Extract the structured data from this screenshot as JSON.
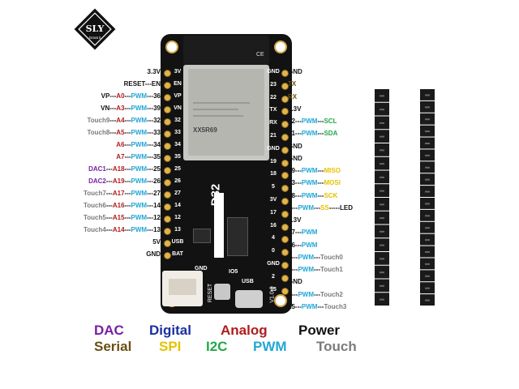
{
  "logo": {
    "mark": "SLY",
    "tagline": "Great it"
  },
  "board": {
    "module_text": "XX5R69",
    "board_name": "D32",
    "label_gnd": "GND",
    "label_io5": "IO5",
    "label_reset": "RESET",
    "label_usb": "USB",
    "label_version": "V1.0.0",
    "label_ce": "CE"
  },
  "colors": {
    "dac": "#7a1fa2",
    "digital": "#1a2fa0",
    "analog": "#b01c1c",
    "power": "#111111",
    "serial": "#6b4f12",
    "spi": "#e6c200",
    "i2c": "#22a84a",
    "pwm": "#22a7d6",
    "touch": "#7b7b7b"
  },
  "left_pins": [
    {
      "parts": [
        {
          "t": "3.3V",
          "c": "power"
        }
      ]
    },
    {
      "parts": [
        {
          "t": "RESET",
          "c": "power"
        },
        {
          "t": "---",
          "c": "dash"
        },
        {
          "t": "EN",
          "c": "power"
        }
      ]
    },
    {
      "parts": [
        {
          "t": "VP",
          "c": "power"
        },
        {
          "t": "---",
          "c": "dash"
        },
        {
          "t": "A0",
          "c": "analog"
        },
        {
          "t": "---",
          "c": "dash"
        },
        {
          "t": "PWM",
          "c": "pwm"
        },
        {
          "t": "---",
          "c": "dash"
        },
        {
          "t": "36",
          "c": "power"
        }
      ]
    },
    {
      "parts": [
        {
          "t": "VN",
          "c": "power"
        },
        {
          "t": "---",
          "c": "dash"
        },
        {
          "t": "A3",
          "c": "analog"
        },
        {
          "t": "---",
          "c": "dash"
        },
        {
          "t": "PWM",
          "c": "pwm"
        },
        {
          "t": "---",
          "c": "dash"
        },
        {
          "t": "39",
          "c": "power"
        }
      ]
    },
    {
      "parts": [
        {
          "t": "Touch9",
          "c": "touch"
        },
        {
          "t": "---",
          "c": "dash"
        },
        {
          "t": "A4",
          "c": "analog"
        },
        {
          "t": "---",
          "c": "dash"
        },
        {
          "t": "PWM",
          "c": "pwm"
        },
        {
          "t": "---",
          "c": "dash"
        },
        {
          "t": "32",
          "c": "power"
        }
      ]
    },
    {
      "parts": [
        {
          "t": "Touch8",
          "c": "touch"
        },
        {
          "t": "---",
          "c": "dash"
        },
        {
          "t": "A5",
          "c": "analog"
        },
        {
          "t": "---",
          "c": "dash"
        },
        {
          "t": "PWM",
          "c": "pwm"
        },
        {
          "t": "---",
          "c": "dash"
        },
        {
          "t": "33",
          "c": "power"
        }
      ]
    },
    {
      "parts": [
        {
          "t": "A6",
          "c": "analog"
        },
        {
          "t": "---",
          "c": "dash"
        },
        {
          "t": "PWM",
          "c": "pwm"
        },
        {
          "t": "---",
          "c": "dash"
        },
        {
          "t": "34",
          "c": "power"
        }
      ]
    },
    {
      "parts": [
        {
          "t": "A7",
          "c": "analog"
        },
        {
          "t": "---",
          "c": "dash"
        },
        {
          "t": "PWM",
          "c": "pwm"
        },
        {
          "t": "---",
          "c": "dash"
        },
        {
          "t": "35",
          "c": "power"
        }
      ]
    },
    {
      "parts": [
        {
          "t": "DAC1",
          "c": "dac"
        },
        {
          "t": "---",
          "c": "dash"
        },
        {
          "t": "A18",
          "c": "analog"
        },
        {
          "t": "---",
          "c": "dash"
        },
        {
          "t": "PWM",
          "c": "pwm"
        },
        {
          "t": "---",
          "c": "dash"
        },
        {
          "t": "25",
          "c": "power"
        }
      ]
    },
    {
      "parts": [
        {
          "t": "DAC2",
          "c": "dac"
        },
        {
          "t": "---",
          "c": "dash"
        },
        {
          "t": "A19",
          "c": "analog"
        },
        {
          "t": "---",
          "c": "dash"
        },
        {
          "t": "PWM",
          "c": "pwm"
        },
        {
          "t": "---",
          "c": "dash"
        },
        {
          "t": "26",
          "c": "power"
        }
      ]
    },
    {
      "parts": [
        {
          "t": "Touch7",
          "c": "touch"
        },
        {
          "t": "---",
          "c": "dash"
        },
        {
          "t": "A17",
          "c": "analog"
        },
        {
          "t": "---",
          "c": "dash"
        },
        {
          "t": "PWM",
          "c": "pwm"
        },
        {
          "t": "---",
          "c": "dash"
        },
        {
          "t": "27",
          "c": "power"
        }
      ]
    },
    {
      "parts": [
        {
          "t": "Touch6",
          "c": "touch"
        },
        {
          "t": "---",
          "c": "dash"
        },
        {
          "t": "A16",
          "c": "analog"
        },
        {
          "t": "---",
          "c": "dash"
        },
        {
          "t": "PWM",
          "c": "pwm"
        },
        {
          "t": "---",
          "c": "dash"
        },
        {
          "t": "14",
          "c": "power"
        }
      ]
    },
    {
      "parts": [
        {
          "t": "Touch5",
          "c": "touch"
        },
        {
          "t": "---",
          "c": "dash"
        },
        {
          "t": "A15",
          "c": "analog"
        },
        {
          "t": "---",
          "c": "dash"
        },
        {
          "t": "PWM",
          "c": "pwm"
        },
        {
          "t": "---",
          "c": "dash"
        },
        {
          "t": "12",
          "c": "power"
        }
      ]
    },
    {
      "parts": [
        {
          "t": "Touch4",
          "c": "touch"
        },
        {
          "t": "---",
          "c": "dash"
        },
        {
          "t": "A14",
          "c": "analog"
        },
        {
          "t": "---",
          "c": "dash"
        },
        {
          "t": "PWM",
          "c": "pwm"
        },
        {
          "t": "---",
          "c": "dash"
        },
        {
          "t": "13",
          "c": "power"
        }
      ]
    },
    {
      "parts": [
        {
          "t": "5V",
          "c": "power"
        }
      ]
    },
    {
      "parts": [
        {
          "t": "GND",
          "c": "power"
        }
      ]
    }
  ],
  "right_pins": [
    {
      "parts": [
        {
          "t": "GND",
          "c": "power"
        }
      ]
    },
    {
      "parts": [
        {
          "t": "TX",
          "c": "serial"
        }
      ]
    },
    {
      "parts": [
        {
          "t": "RX",
          "c": "serial"
        }
      ]
    },
    {
      "parts": [
        {
          "t": "3.3V",
          "c": "power"
        }
      ]
    },
    {
      "parts": [
        {
          "t": "22",
          "c": "power"
        },
        {
          "t": "---",
          "c": "dash"
        },
        {
          "t": "PWM",
          "c": "pwm"
        },
        {
          "t": "---",
          "c": "dash"
        },
        {
          "t": "SCL",
          "c": "i2c"
        }
      ]
    },
    {
      "parts": [
        {
          "t": "21",
          "c": "power"
        },
        {
          "t": "---",
          "c": "dash"
        },
        {
          "t": "PWM",
          "c": "pwm"
        },
        {
          "t": "---",
          "c": "dash"
        },
        {
          "t": "SDA",
          "c": "i2c"
        }
      ]
    },
    {
      "parts": [
        {
          "t": "GND",
          "c": "power"
        }
      ]
    },
    {
      "parts": [
        {
          "t": "GND",
          "c": "power"
        }
      ]
    },
    {
      "parts": [
        {
          "t": "19",
          "c": "power"
        },
        {
          "t": "---",
          "c": "dash"
        },
        {
          "t": "PWM",
          "c": "pwm"
        },
        {
          "t": "---",
          "c": "dash"
        },
        {
          "t": "MISO",
          "c": "spi"
        }
      ]
    },
    {
      "parts": [
        {
          "t": "23",
          "c": "power"
        },
        {
          "t": "---",
          "c": "dash"
        },
        {
          "t": "PWM",
          "c": "pwm"
        },
        {
          "t": "---",
          "c": "dash"
        },
        {
          "t": "MOSI",
          "c": "spi"
        }
      ]
    },
    {
      "parts": [
        {
          "t": "18",
          "c": "power"
        },
        {
          "t": "---",
          "c": "dash"
        },
        {
          "t": "PWM",
          "c": "pwm"
        },
        {
          "t": "---",
          "c": "dash"
        },
        {
          "t": "SCK",
          "c": "spi"
        }
      ]
    },
    {
      "parts": [
        {
          "t": "5",
          "c": "power"
        },
        {
          "t": "---",
          "c": "dash"
        },
        {
          "t": "PWM",
          "c": "pwm"
        },
        {
          "t": "---",
          "c": "dash"
        },
        {
          "t": "SS",
          "c": "spi"
        },
        {
          "t": "-----",
          "c": "dash"
        },
        {
          "t": "LED",
          "c": "power"
        }
      ]
    },
    {
      "parts": [
        {
          "t": "3.3V",
          "c": "power"
        }
      ]
    },
    {
      "parts": [
        {
          "t": "17",
          "c": "power"
        },
        {
          "t": "---",
          "c": "dash"
        },
        {
          "t": "PWM",
          "c": "pwm"
        }
      ]
    },
    {
      "parts": [
        {
          "t": "16",
          "c": "power"
        },
        {
          "t": "---",
          "c": "dash"
        },
        {
          "t": "PWM",
          "c": "pwm"
        }
      ]
    },
    {
      "parts": [
        {
          "t": "4",
          "c": "power"
        },
        {
          "t": "---",
          "c": "dash"
        },
        {
          "t": "PWM",
          "c": "pwm"
        },
        {
          "t": "---",
          "c": "dash"
        },
        {
          "t": "Touch0",
          "c": "touch"
        }
      ]
    },
    {
      "parts": [
        {
          "t": "0",
          "c": "power"
        },
        {
          "t": "---",
          "c": "dash"
        },
        {
          "t": "PWM",
          "c": "pwm"
        },
        {
          "t": "---",
          "c": "dash"
        },
        {
          "t": "Touch1",
          "c": "touch"
        }
      ]
    },
    {
      "parts": [
        {
          "t": "GND",
          "c": "power"
        }
      ]
    },
    {
      "parts": [
        {
          "t": "2",
          "c": "power"
        },
        {
          "t": "---",
          "c": "dash"
        },
        {
          "t": "PWM",
          "c": "pwm"
        },
        {
          "t": "---",
          "c": "dash"
        },
        {
          "t": "Touch2",
          "c": "touch"
        }
      ]
    },
    {
      "parts": [
        {
          "t": "15",
          "c": "power"
        },
        {
          "t": "---",
          "c": "dash"
        },
        {
          "t": "PWM",
          "c": "pwm"
        },
        {
          "t": "---",
          "c": "dash"
        },
        {
          "t": "Touch3",
          "c": "touch"
        }
      ]
    }
  ],
  "board_pin_labels": {
    "left": [
      "3V",
      "EN",
      "VP",
      "VN",
      "32",
      "33",
      "34",
      "35",
      "25",
      "26",
      "27",
      "14",
      "12",
      "13",
      "USB",
      "BAT"
    ],
    "right": [
      "GND",
      "23",
      "22",
      "TX",
      "RX",
      "21",
      "GND",
      "19",
      "18",
      "5",
      "3V",
      "17",
      "16",
      "4",
      "0",
      "GND",
      "2",
      "15"
    ]
  },
  "legend": {
    "row1": [
      {
        "t": "DAC",
        "c": "dac"
      },
      {
        "t": "Digital",
        "c": "digital"
      },
      {
        "t": "Analog",
        "c": "analog"
      },
      {
        "t": "Power",
        "c": "power"
      }
    ],
    "row2": [
      {
        "t": "Serial",
        "c": "serial"
      },
      {
        "t": "SPI",
        "c": "spi"
      },
      {
        "t": "I2C",
        "c": "i2c"
      },
      {
        "t": "PWM",
        "c": "pwm"
      },
      {
        "t": "Touch",
        "c": "touch"
      }
    ]
  }
}
